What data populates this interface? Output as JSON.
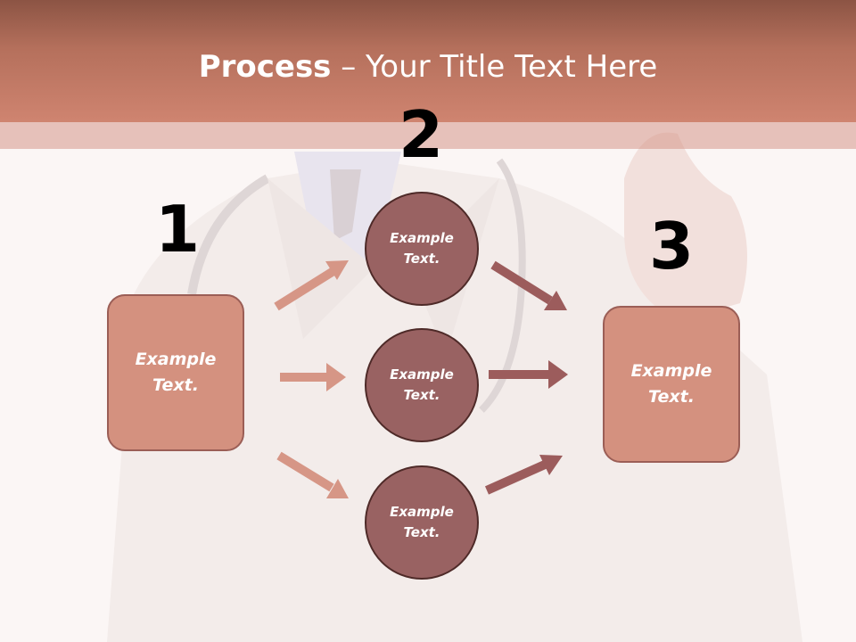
{
  "title": {
    "bold": "Process",
    "rest": " – Your Title Text Here"
  },
  "steps": [
    {
      "number": "1",
      "text": "Example Text."
    },
    {
      "number": "2",
      "items": [
        "Example Text.",
        "Example Text.",
        "Example Text."
      ]
    },
    {
      "number": "3",
      "text": "Example Text."
    }
  ],
  "colors": {
    "header": "#c47864",
    "box_fill": "#d4917f",
    "circle_fill": "#996262",
    "arrow_light": "#d69686",
    "arrow_dark": "#9c5c5c"
  }
}
